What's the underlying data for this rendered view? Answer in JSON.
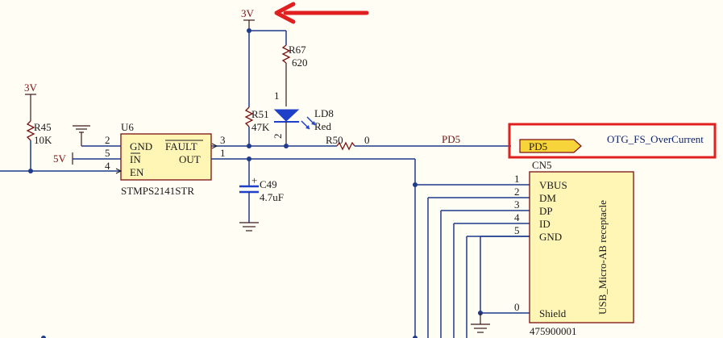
{
  "rails": {
    "v3": "3V",
    "v5": "5V"
  },
  "u6": {
    "ref": "U6",
    "part": "STMPS2141STR",
    "pins": {
      "gnd": "GND",
      "in": "IN",
      "en": "EN",
      "fault": "FAULT",
      "out": "OUT"
    },
    "nums": {
      "gnd": "2",
      "in": "5",
      "en": "4",
      "fault": "3",
      "out": "1"
    }
  },
  "r45": {
    "ref": "R45",
    "value": "10K"
  },
  "r67": {
    "ref": "R67",
    "value": "620"
  },
  "r51": {
    "ref": "R51",
    "value": "47K"
  },
  "r50": {
    "ref": "R50",
    "value": "0"
  },
  "ld8": {
    "ref": "LD8",
    "value": "Red",
    "pin1": "1",
    "pin2": "2"
  },
  "c49": {
    "ref": "C49",
    "value": "4.7uF",
    "plus": "+"
  },
  "net": {
    "pd5": "PD5",
    "port": "PD5",
    "otg": "OTG_FS_OverCurrent"
  },
  "cn5": {
    "ref": "CN5",
    "part": "475900001",
    "desc": "USB_Micro-AB receptacle",
    "pins": [
      {
        "num": "1",
        "name": "VBUS"
      },
      {
        "num": "2",
        "name": "DM"
      },
      {
        "num": "3",
        "name": "DP"
      },
      {
        "num": "4",
        "name": "ID"
      },
      {
        "num": "5",
        "name": "GND"
      },
      {
        "num": "0",
        "name": "Shield"
      }
    ]
  },
  "colors": {
    "wire": "#1e3a8a",
    "part_fill": "#fff6b5",
    "part_stroke": "#7a1010",
    "highlight": "#e02020",
    "arrow": "#e02020"
  }
}
